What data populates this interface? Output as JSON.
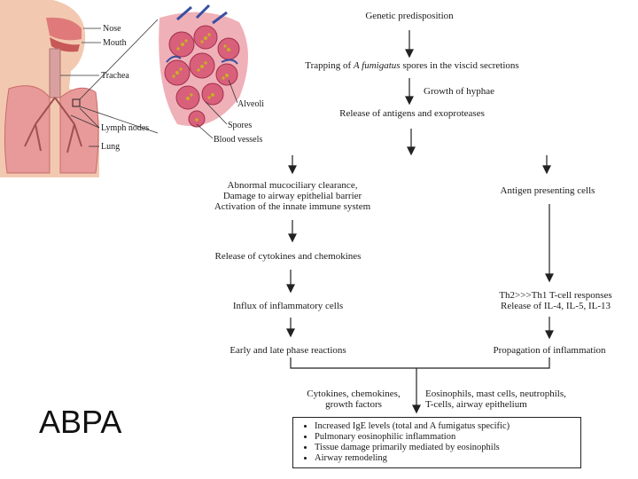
{
  "slide": {
    "title": "ABPA"
  },
  "anatomy": {
    "labels": {
      "nose": "Nose",
      "mouth": "Mouth",
      "trachea": "Trachea",
      "lymph_nodes": "Lymph nodes",
      "lung": "Lung",
      "alveoli": "Alveoli",
      "spores": "Spores",
      "blood_vessels": "Blood vessels"
    }
  },
  "flow": {
    "genetic": "Genetic predisposition",
    "trapping_pre": "Trapping of ",
    "trapping_em": "A fumigatus",
    "trapping_post": " spores in the viscid secretions",
    "hyphae": "Growth of hyphae",
    "release_antigens": "Release of antigens and exoproteases",
    "left_1a": "Abnormal mucociliary clearance,",
    "left_1b": "Damage to airway epithelial barrier",
    "left_1c": "Activation of the innate immune system",
    "left_2": "Release of cytokines and chemokines",
    "left_3": "Influx of inflammatory cells",
    "left_4": "Early and late phase reactions",
    "right_1": "Antigen presenting cells",
    "right_2a": "Th2>>>Th1 T-cell responses",
    "right_2b": "Release of IL-4, IL-5, IL-13",
    "right_3": "Propagation of inflammation",
    "mid_left_a": "Cytokines, chemokines,",
    "mid_left_b": "growth factors",
    "mid_right_a": "Eosinophils, mast cells, neutrophils,",
    "mid_right_b": "T-cells, airway epithelium",
    "outcomes": [
      "Increased IgE levels (total and A fumigatus specific)",
      "Pulmonary eosinophilic inflammation",
      "Tissue damage primarily mediated by eosinophils",
      "Airway remodeling"
    ]
  },
  "colors": {
    "lung": "#e89a9a",
    "lung_dark": "#c86a6a",
    "skin": "#f2c9b0",
    "alveoli": "#d9607a",
    "spores": "#c9b020",
    "vessel_blue": "#3a4fa0"
  }
}
